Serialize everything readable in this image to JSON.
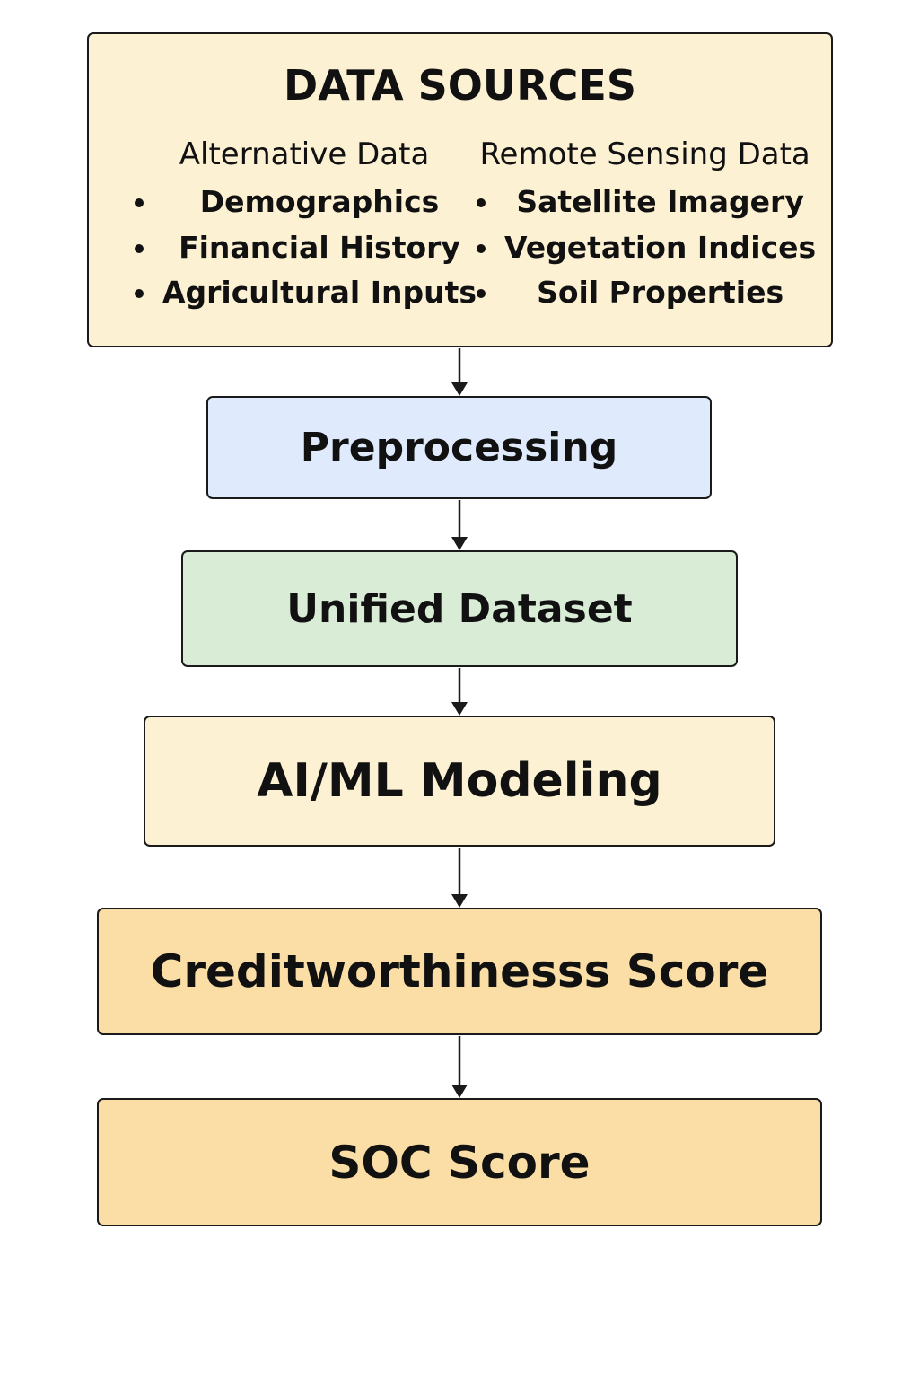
{
  "data_sources": {
    "title": "DATA SOURCES",
    "alternative": {
      "heading": "Alternative Data",
      "items": [
        "Demographics",
        "Financial History",
        "Agricultural Inputs"
      ]
    },
    "remote": {
      "heading": "Remote Sensing Data",
      "items": [
        "Satellite Imagery",
        "Vegetation Indices",
        "Soil Properties"
      ]
    }
  },
  "steps": {
    "preprocessing": "Preprocessing",
    "unified": "Unified Dataset",
    "modeling": "AI/ML Modeling",
    "credit": "Creditworthinesss Score",
    "soc": "SOC Score"
  },
  "colors": {
    "sources_fill": "#fdf1d4",
    "preprocessing_fill": "#dfebfc",
    "unified_fill": "#d8ecd6",
    "modeling_fill": "#fdf1d4",
    "score_fill": "#fbdea6",
    "stroke": "#1a1a1a"
  }
}
